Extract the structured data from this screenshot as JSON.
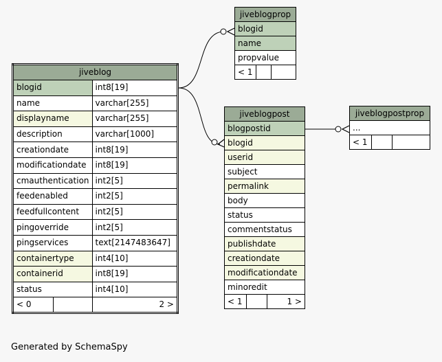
{
  "footer": "Generated by SchemaSpy",
  "tables": {
    "jiveblog": {
      "name": "jiveblog",
      "columns": [
        {
          "name": "blogid",
          "type": "int8[19]",
          "style": "pk"
        },
        {
          "name": "name",
          "type": "varchar[255]",
          "style": ""
        },
        {
          "name": "displayname",
          "type": "varchar[255]",
          "style": "ix"
        },
        {
          "name": "description",
          "type": "varchar[1000]",
          "style": ""
        },
        {
          "name": "creationdate",
          "type": "int8[19]",
          "style": ""
        },
        {
          "name": "modificationdate",
          "type": "int8[19]",
          "style": ""
        },
        {
          "name": "cmauthentication",
          "type": "int2[5]",
          "style": ""
        },
        {
          "name": "feedenabled",
          "type": "int2[5]",
          "style": ""
        },
        {
          "name": "feedfullcontent",
          "type": "int2[5]",
          "style": ""
        },
        {
          "name": "pingoverride",
          "type": "int2[5]",
          "style": ""
        },
        {
          "name": "pingservices",
          "type": "text[2147483647]",
          "style": ""
        },
        {
          "name": "containertype",
          "type": "int4[10]",
          "style": "ix"
        },
        {
          "name": "containerid",
          "type": "int8[19]",
          "style": "ix"
        },
        {
          "name": "status",
          "type": "int4[10]",
          "style": ""
        }
      ],
      "footer": {
        "left": "< 0",
        "mid": "",
        "right": "2 >"
      }
    },
    "jiveblogprop": {
      "name": "jiveblogprop",
      "columns": [
        {
          "name": "blogid",
          "style": "pk"
        },
        {
          "name": "name",
          "style": "pk"
        },
        {
          "name": "propvalue",
          "style": ""
        }
      ],
      "footer": {
        "left": "< 1",
        "mid": "",
        "right": ""
      }
    },
    "jiveblogpost": {
      "name": "jiveblogpost",
      "columns": [
        {
          "name": "blogpostid",
          "style": "pk"
        },
        {
          "name": "blogid",
          "style": "ix"
        },
        {
          "name": "userid",
          "style": "ix"
        },
        {
          "name": "subject",
          "style": ""
        },
        {
          "name": "permalink",
          "style": "ix"
        },
        {
          "name": "body",
          "style": ""
        },
        {
          "name": "status",
          "style": ""
        },
        {
          "name": "commentstatus",
          "style": ""
        },
        {
          "name": "publishdate",
          "style": "ix"
        },
        {
          "name": "creationdate",
          "style": "ix"
        },
        {
          "name": "modificationdate",
          "style": "ix"
        },
        {
          "name": "minoredit",
          "style": ""
        }
      ],
      "footer": {
        "left": "< 1",
        "mid": "",
        "right": "1 >"
      }
    },
    "jiveblogpostprop": {
      "name": "jiveblogpostprop",
      "columns": [
        {
          "name": "...",
          "style": ""
        }
      ],
      "footer": {
        "left": "< 1",
        "mid": "",
        "right": ""
      }
    }
  },
  "relationships": [
    {
      "from": "jiveblog.blogid",
      "to": "jiveblogprop.blogid"
    },
    {
      "from": "jiveblog.blogid",
      "to": "jiveblogpost.blogid"
    },
    {
      "from": "jiveblogpost.blogpostid",
      "to": "jiveblogpostprop"
    }
  ]
}
